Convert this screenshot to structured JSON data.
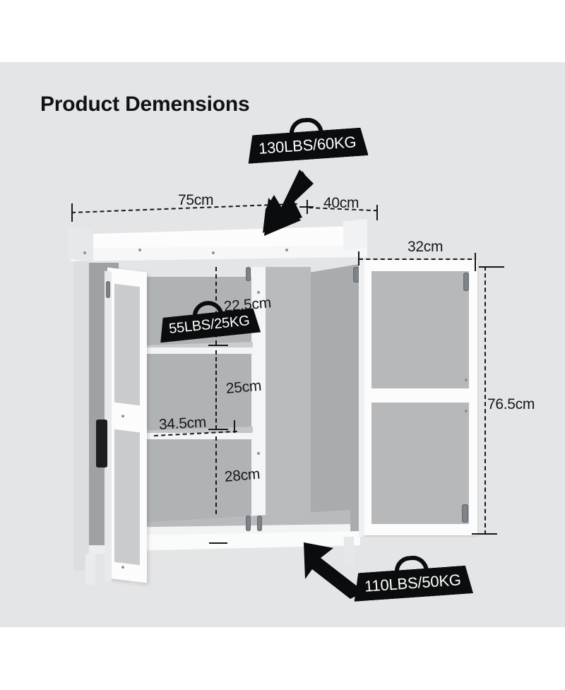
{
  "page": {
    "title": "Product Demensions",
    "background_color": "#e4e5e7",
    "page_background_color": "#ffffff"
  },
  "colors": {
    "text": "#16171a",
    "badge_background": "#0b0c0d",
    "badge_text": "#ffffff",
    "cabinet_white": "#fbfbfc",
    "cabinet_gray": "#b6b8ba",
    "hinge_gray": "#7e8488",
    "handle_black": "#1c1d1f"
  },
  "dimensions": {
    "top_width": "75cm",
    "top_depth": "40cm",
    "door_width": "32cm",
    "total_height": "76.5cm",
    "top_compartment_height": "22.5cm",
    "middle_compartment_height": "25cm",
    "shelf_width": "34.5cm",
    "bottom_compartment_height": "28cm"
  },
  "badges": {
    "tabletop_capacity": "130LBS/60KG",
    "shelf_capacity": "55LBS/25KG",
    "floor_capacity": "110LBS/50KG"
  },
  "icons": {
    "tabletop_arrow": "arrow-down-left-icon",
    "floor_arrow": "arrow-up-left-icon",
    "weight_badge": "kettlebell-weight-icon"
  },
  "product": {
    "name": "garden-storage-cabinet",
    "description": "potting bench storage cabinet with open double doors and interior shelves"
  }
}
